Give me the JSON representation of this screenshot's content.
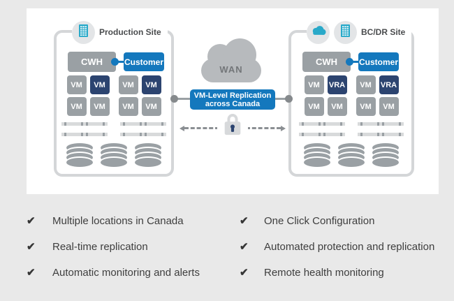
{
  "diagram": {
    "production_site": {
      "title": "Production Site",
      "cwh_label": "CWH",
      "customer_label": "Customer",
      "vm_row1": [
        {
          "label": "VM",
          "variant": "gray"
        },
        {
          "label": "VM",
          "variant": "navy"
        },
        {
          "label": "VM",
          "variant": "gray"
        },
        {
          "label": "VM",
          "variant": "navy"
        }
      ],
      "vm_row2": [
        {
          "label": "VM",
          "variant": "gray"
        },
        {
          "label": "VM",
          "variant": "gray"
        },
        {
          "label": "VM",
          "variant": "gray"
        },
        {
          "label": "VM",
          "variant": "gray"
        }
      ]
    },
    "bcdr_site": {
      "title": "BC/DR Site",
      "cwh_label": "CWH",
      "customer_label": "Customer",
      "vm_row1": [
        {
          "label": "VM",
          "variant": "gray"
        },
        {
          "label": "VRA",
          "variant": "navy"
        },
        {
          "label": "VM",
          "variant": "gray"
        },
        {
          "label": "VRA",
          "variant": "navy"
        }
      ],
      "vm_row2": [
        {
          "label": "VM",
          "variant": "gray"
        },
        {
          "label": "VM",
          "variant": "gray"
        },
        {
          "label": "VM",
          "variant": "gray"
        },
        {
          "label": "VM",
          "variant": "gray"
        }
      ]
    },
    "wan_label": "WAN",
    "banner": {
      "line1": "VM-Level Replication",
      "line2": "across Canada"
    }
  },
  "features": {
    "left": [
      "Multiple locations in Canada",
      "Real-time replication",
      "Automatic monitoring and alerts"
    ],
    "right": [
      "One Click Configuration",
      "Automated protection and replication",
      "Remote health monitoring"
    ]
  },
  "icons": {
    "check": "✔"
  },
  "colors": {
    "accent_blue": "#1478bd",
    "navy": "#2c4470",
    "teal": "#29a9c9",
    "chip_gray": "#9aa0a4",
    "border_gray": "#d4d6d8",
    "cloud_gray": "#b7babd",
    "page_background": "#e9e9e9"
  }
}
